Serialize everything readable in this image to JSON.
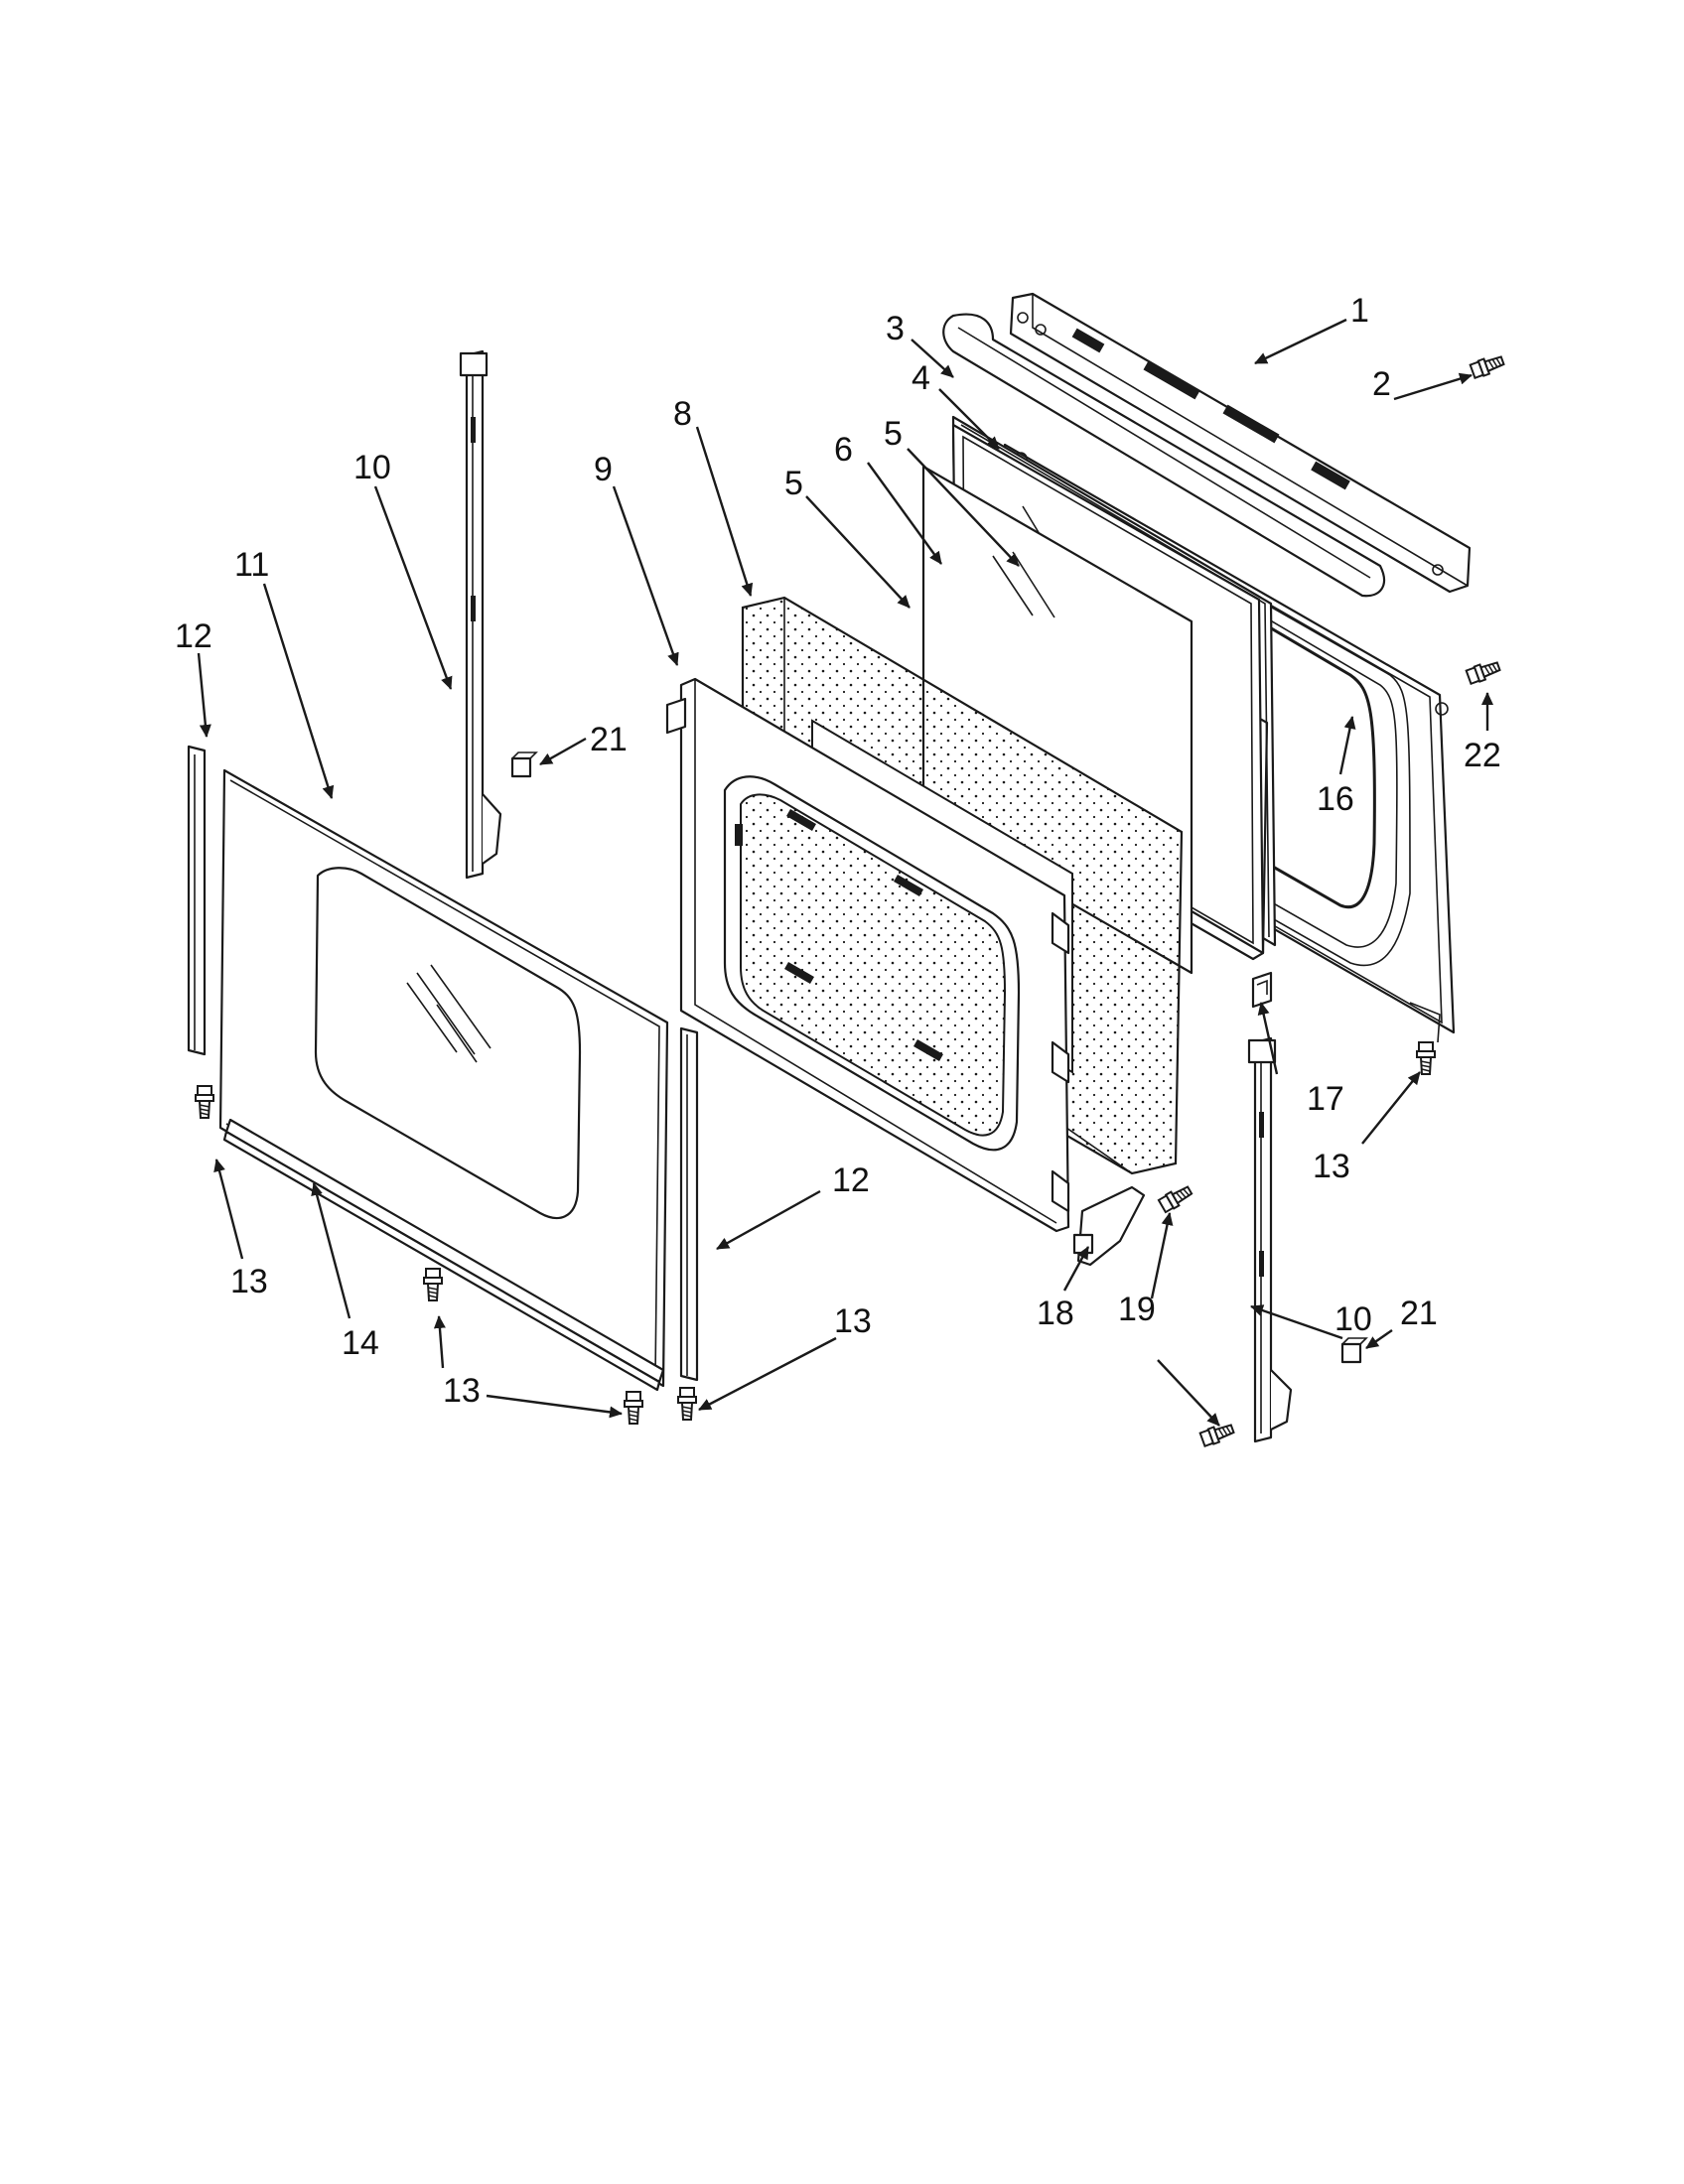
{
  "diagram": {
    "colors": {
      "ink": "#1a1a1a",
      "paper": "#ffffff"
    },
    "callouts": [
      {
        "id": "c1",
        "label": "1"
      },
      {
        "id": "c2",
        "label": "2"
      },
      {
        "id": "c3",
        "label": "3"
      },
      {
        "id": "c4",
        "label": "4"
      },
      {
        "id": "c5a",
        "label": "5"
      },
      {
        "id": "c5b",
        "label": "5"
      },
      {
        "id": "c6",
        "label": "6"
      },
      {
        "id": "c8",
        "label": "8"
      },
      {
        "id": "c9",
        "label": "9"
      },
      {
        "id": "c10a",
        "label": "10"
      },
      {
        "id": "c10b",
        "label": "10"
      },
      {
        "id": "c11",
        "label": "11"
      },
      {
        "id": "c12a",
        "label": "12"
      },
      {
        "id": "c12b",
        "label": "12"
      },
      {
        "id": "c13a",
        "label": "13"
      },
      {
        "id": "c13b",
        "label": "13"
      },
      {
        "id": "c13c",
        "label": "13"
      },
      {
        "id": "c13d",
        "label": "13"
      },
      {
        "id": "c14",
        "label": "14"
      },
      {
        "id": "c16",
        "label": "16"
      },
      {
        "id": "c17",
        "label": "17"
      },
      {
        "id": "c18",
        "label": "18"
      },
      {
        "id": "c19",
        "label": "19"
      },
      {
        "id": "c21a",
        "label": "21"
      },
      {
        "id": "c21b",
        "label": "21"
      },
      {
        "id": "c22",
        "label": "22"
      }
    ]
  }
}
